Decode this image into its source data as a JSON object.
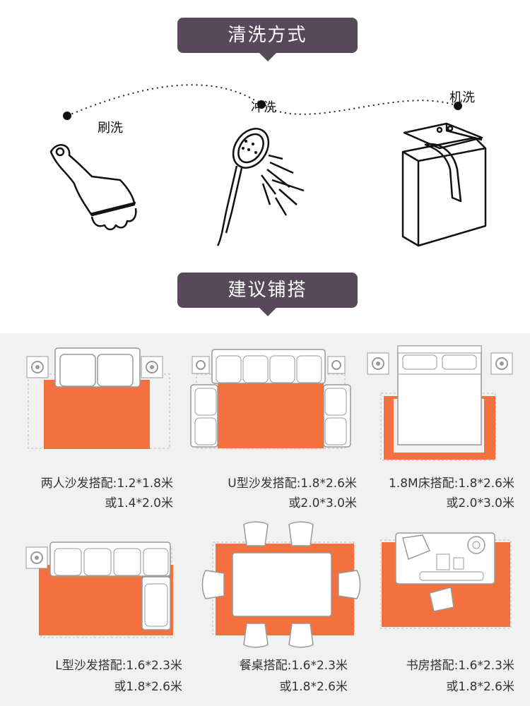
{
  "cleaning": {
    "title": "清洗方式",
    "methods": [
      {
        "label": "刷洗",
        "icon": "brush-icon"
      },
      {
        "label": "冲洗",
        "icon": "shower-head-icon"
      },
      {
        "label": "机洗",
        "icon": "washing-machine-icon"
      }
    ]
  },
  "suggest": {
    "title": "建议铺搭",
    "items": [
      {
        "name": "两人沙发搭配",
        "line1": "两人沙发搭配:1.2*1.8米",
        "line2": "或1.4*2.0米"
      },
      {
        "name": "U型沙发搭配",
        "line1": "U型沙发搭配:1.8*2.6米",
        "line2": "或2.0*3.0米"
      },
      {
        "name": "1.8M床搭配",
        "line1": "1.8M床搭配:1.8*2.6米",
        "line2": "或2.0*3.0米"
      },
      {
        "name": "L型沙发搭配",
        "line1": "L型沙发搭配:1.6*2.3米",
        "line2": "或1.8*2.6米"
      },
      {
        "name": "餐桌搭配",
        "line1": "餐桌搭配:1.6*2.3米",
        "line2": "或1.8*2.6米"
      },
      {
        "name": "书房搭配",
        "line1": "书房搭配:1.6*2.3米",
        "line2": "或1.8*2.6米"
      }
    ]
  },
  "colors": {
    "banner": "#57495a",
    "rug": "#f5703f",
    "panel": "#f1f1f1"
  }
}
